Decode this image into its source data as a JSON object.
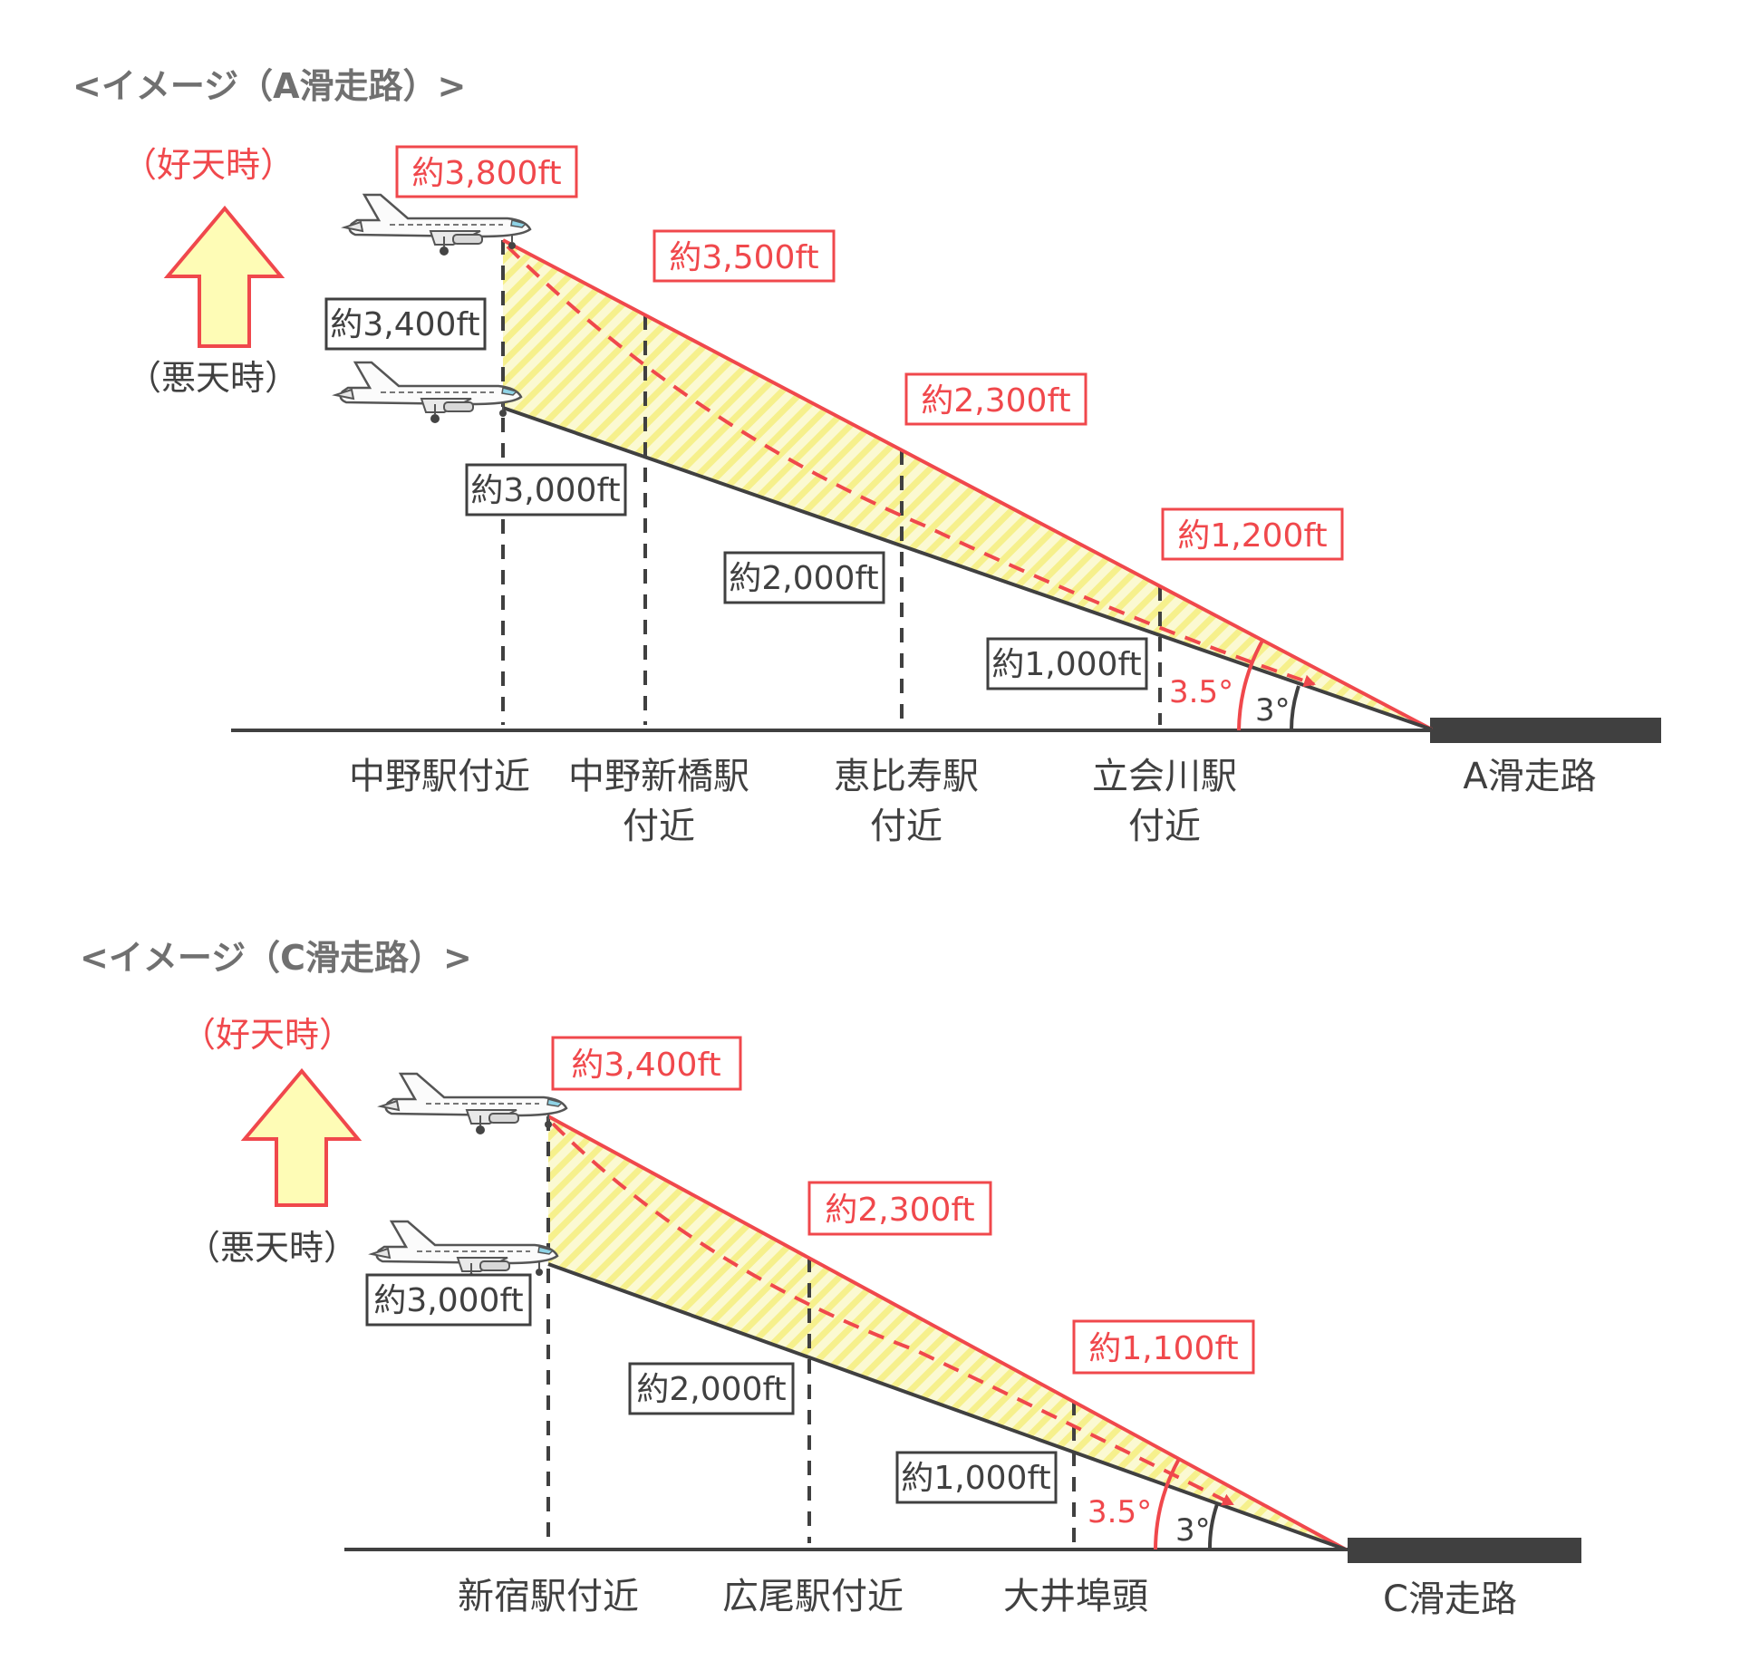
{
  "colors": {
    "red": "#f0484c",
    "dark": "#404040",
    "label_gray": "#707070",
    "hatch_yellow": "#f6f08c",
    "hatch_bg": "#fbf9d2",
    "arrow_fill": "#fefcb6"
  },
  "diagrams": [
    {
      "title": "<イメージ（A滑走路）>",
      "good_weather_label": "（好天時）",
      "bad_weather_label": "（悪天時）",
      "runway_label": "A滑走路",
      "good_angle_label": "3.5°",
      "bad_angle_label": "3°",
      "markers": [
        {
          "location_lines": [
            "中野駅付近"
          ],
          "good_altitude": "約3,800ft",
          "bad_altitude": "約3,400ft"
        },
        {
          "location_lines": [
            "中野新橋駅",
            "付近"
          ],
          "good_altitude": "約3,500ft",
          "bad_altitude": "約3,000ft"
        },
        {
          "location_lines": [
            "恵比寿駅",
            "付近"
          ],
          "good_altitude": "約2,300ft",
          "bad_altitude": "約2,000ft"
        },
        {
          "location_lines": [
            "立会川駅",
            "付近"
          ],
          "good_altitude": "約1,200ft",
          "bad_altitude": "約1,000ft"
        }
      ]
    },
    {
      "title": "<イメージ（C滑走路）>",
      "good_weather_label": "（好天時）",
      "bad_weather_label": "（悪天時）",
      "runway_label": "C滑走路",
      "good_angle_label": "3.5°",
      "bad_angle_label": "3°",
      "markers": [
        {
          "location_lines": [
            "新宿駅付近"
          ],
          "good_altitude": "約3,400ft",
          "bad_altitude": "約3,000ft"
        },
        {
          "location_lines": [
            "広尾駅付近"
          ],
          "good_altitude": "約2,300ft",
          "bad_altitude": "約2,000ft"
        },
        {
          "location_lines": [
            "大井埠頭"
          ],
          "good_altitude": "約1,100ft",
          "bad_altitude": "約1,000ft"
        }
      ]
    }
  ]
}
